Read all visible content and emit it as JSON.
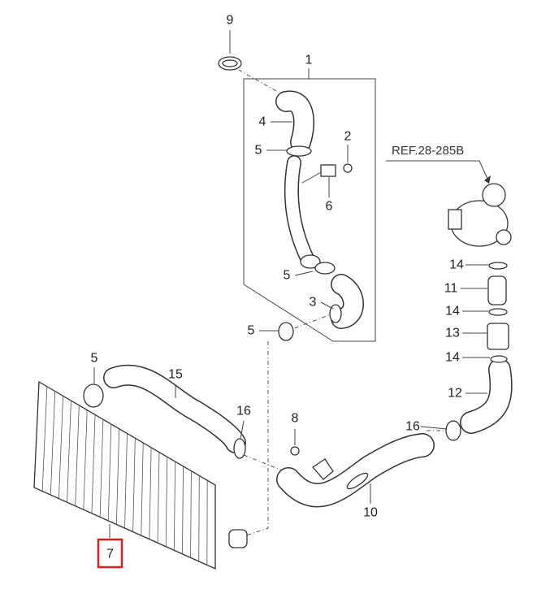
{
  "diagram": {
    "reference": "REF.28-285B",
    "highlight_color": "#d32020",
    "callouts": {
      "c9": "9",
      "c1": "1",
      "c4": "4",
      "c2": "2",
      "c5a": "5",
      "c6": "6",
      "c5b": "5",
      "c3": "3",
      "c5c": "5",
      "c5d": "5",
      "c15": "15",
      "c16a": "16",
      "c8": "8",
      "c16b": "16",
      "c10": "10",
      "c7": "7",
      "c14a": "14",
      "c11": "11",
      "c14b": "14",
      "c13": "13",
      "c14c": "14",
      "c12": "12"
    }
  }
}
